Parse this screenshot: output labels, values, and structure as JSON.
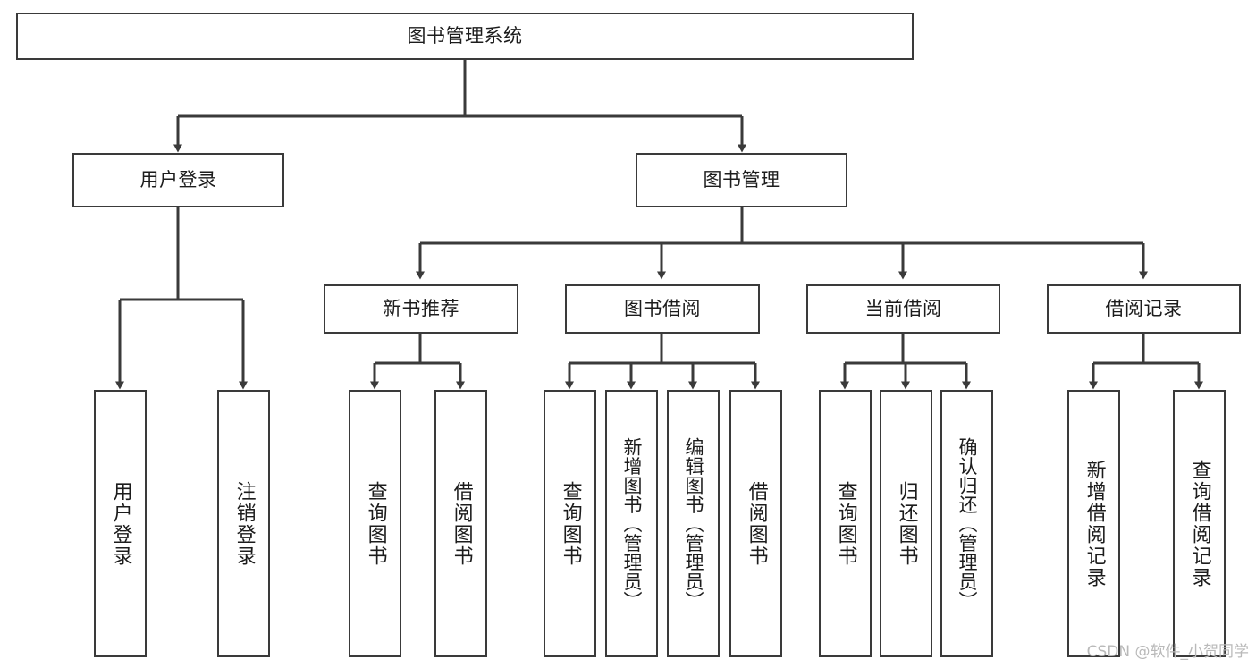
{
  "diagram": {
    "title": "图书管理系统",
    "type": "tree",
    "watermark": "CSDN @软件_小贺同学",
    "root": {
      "label": "图书管理系统"
    },
    "level2": [
      {
        "label": "用户登录"
      },
      {
        "label": "图书管理"
      }
    ],
    "level3": [
      {
        "label": "新书推荐"
      },
      {
        "label": "图书借阅"
      },
      {
        "label": "当前借阅"
      },
      {
        "label": "借阅记录"
      }
    ],
    "leaves": {
      "user_login": [
        {
          "label": "用户登录"
        },
        {
          "label": "注销登录"
        }
      ],
      "new_book_recommend": [
        {
          "label": "查询图书"
        },
        {
          "label": "借阅图书"
        }
      ],
      "book_borrow": [
        {
          "label": "查询图书"
        },
        {
          "label": "新增图书（管理员）"
        },
        {
          "label": "编辑图书（管理员）"
        },
        {
          "label": "借阅图书"
        }
      ],
      "current_borrow": [
        {
          "label": "查询图书"
        },
        {
          "label": "归还图书"
        },
        {
          "label": "确认归还（管理员）"
        }
      ],
      "borrow_record": [
        {
          "label": "新增借阅记录"
        },
        {
          "label": "查询借阅记录"
        }
      ]
    },
    "colors": {
      "stroke": "#3a3a3a",
      "fill": "#ffffff",
      "text": "#1c1c1c",
      "watermark": "#b9b9b9"
    }
  }
}
